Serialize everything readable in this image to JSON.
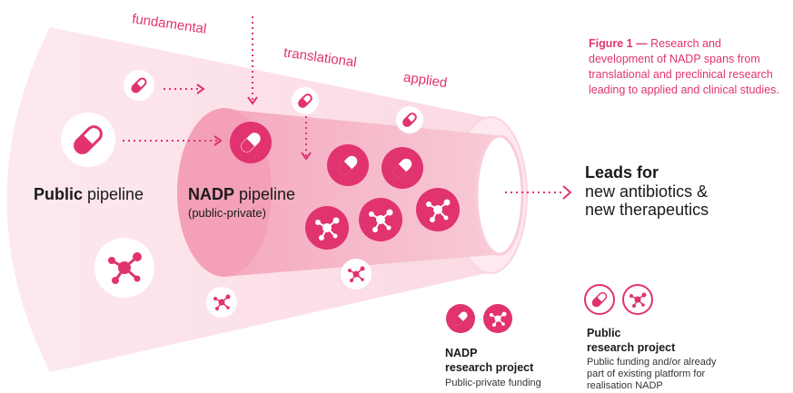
{
  "stages": {
    "fundamental": "fundamental",
    "translational": "translational",
    "applied": "applied"
  },
  "pipelines": {
    "public_bold": "Public",
    "public_rest": " pipeline",
    "nadp_bold": "NADP",
    "nadp_rest": " pipeline",
    "nadp_sub": "(public-private)"
  },
  "outcome": {
    "line1": "Leads for",
    "line2": "new antibiotics &",
    "line3": "new therapeutics"
  },
  "caption": {
    "label": "Figure 1 —",
    "text": " Research and development of NADP spans from translational and preclinical research leading to applied and clinical studies."
  },
  "legend": {
    "nadp_title_1": "NADP",
    "nadp_title_2": "research project",
    "nadp_desc": "Public-private funding",
    "public_title_1": "Public",
    "public_title_2": "research project",
    "public_desc_1": "Public funding and/or already",
    "public_desc_2": "part of existing platform for",
    "public_desc_3": "realisation NADP"
  },
  "colors": {
    "accent": "#e0336f",
    "cone_outer": "#fbe1e8",
    "cone_inner": "#f6b5c8",
    "cone_inner_end": "#f9cdd9"
  },
  "icons": [
    "capsule-icon",
    "molecule-icon"
  ]
}
